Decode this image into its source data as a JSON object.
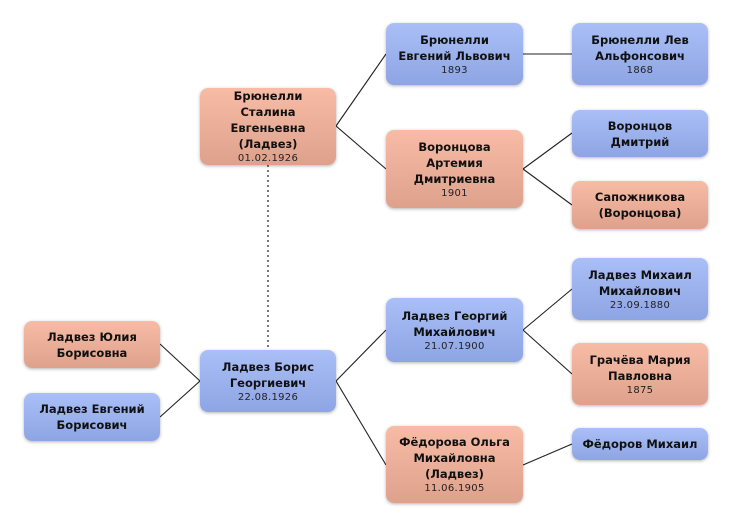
{
  "people": {
    "stalina": {
      "name": "Брюнелли Сталина Евгеньевна (Ладвез)",
      "date": "01.02.1926",
      "sex": "female"
    },
    "evgeny_lvovich": {
      "name": "Брюнелли Евгений Львович",
      "date": "1893",
      "sex": "male"
    },
    "lev": {
      "name": "Брюнелли Лев Альфонсович",
      "date": "1868",
      "sex": "male"
    },
    "artemia": {
      "name": "Воронцова Артемия Дмитриевна",
      "date": "1901",
      "sex": "female"
    },
    "vorontsov": {
      "name": "Воронцов Дмитрий",
      "sex": "male"
    },
    "sapozhnikova": {
      "name": "Сапожникова (Воронцова)",
      "sex": "female"
    },
    "yulia": {
      "name": "Ладвез Юлия Борисовна",
      "sex": "female"
    },
    "evgeny_borisovich": {
      "name": "Ладвез Евгений Борисович",
      "sex": "male"
    },
    "boris": {
      "name": "Ладвез Борис Георгиевич",
      "date": "22.08.1926",
      "sex": "male"
    },
    "georgy": {
      "name": "Ладвез Георгий Михайлович",
      "date": "21.07.1900",
      "sex": "male"
    },
    "olga": {
      "name": "Фёдорова Ольга Михайловна (Ладвез)",
      "date": "11.06.1905",
      "sex": "female"
    },
    "mikhail_ladvez": {
      "name": "Ладвез Михаил Михайлович",
      "date": "23.09.1880",
      "sex": "male"
    },
    "maria": {
      "name": "Грачёва Мария Павловна",
      "date": "1875",
      "sex": "female"
    },
    "mikhail_fedorov": {
      "name": "Фёдоров Михаил",
      "sex": "male"
    }
  },
  "colors": {
    "male": "#9fb4ee",
    "female": "#ecae98",
    "line": "#222222"
  }
}
